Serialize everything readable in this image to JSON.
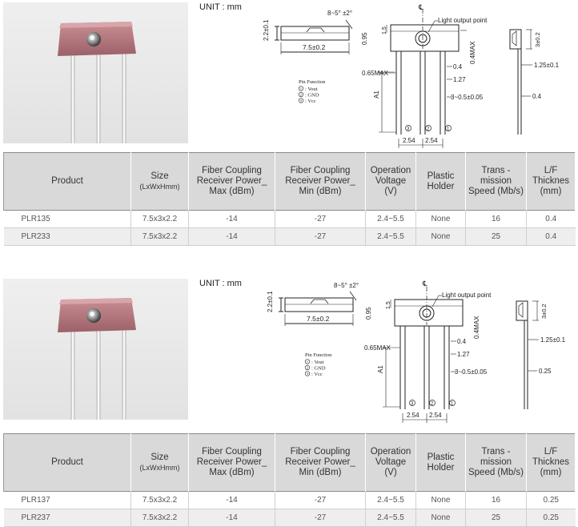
{
  "columns": [
    {
      "line1": "Product",
      "line2": "",
      "line3": "",
      "sub": ""
    },
    {
      "line1": "Size",
      "line2": "",
      "line3": "",
      "sub": "(LxWxHmm)"
    },
    {
      "line1": "Fiber Coupling",
      "line2": "Receiver Power_",
      "line3": "Max (dBm)",
      "sub": ""
    },
    {
      "line1": "Fiber Coupling",
      "line2": "Receiver Power_",
      "line3": "Min (dBm)",
      "sub": ""
    },
    {
      "line1": "Operation",
      "line2": "Voltage",
      "line3": "(V)",
      "sub": ""
    },
    {
      "line1": "Plastic",
      "line2": "Holder",
      "line3": "",
      "sub": ""
    },
    {
      "line1": "Trans -",
      "line2": "mission",
      "line3": "Speed (Mb/s)",
      "sub": ""
    },
    {
      "line1": "L/F",
      "line2": "Thicknes",
      "line3": "(mm)",
      "sub": ""
    }
  ],
  "sections": [
    {
      "drawing": {
        "unit": "UNIT : mm",
        "angle": "8~5° ±2°",
        "cl": "℄",
        "light_output": "Light output point",
        "dim_height": "2.2±0.1",
        "dim_width": "7.5±0.2",
        "dim_095": "0.95",
        "dim_15": "1.5",
        "dim_04max": "0.4MAX",
        "dim_04": "0.4",
        "dim_065max": "0.65MAX",
        "dim_127": "1.27",
        "dim_a1": "A1",
        "dim_leads": "3~0.5±0.05",
        "dim_254a": "2.54",
        "dim_254b": "2.54",
        "dim_30": "3±0.2",
        "dim_125": "1.25±0.1",
        "dim_lf": "0.4",
        "pin_title": "Pin Function",
        "pin1": ": Vout",
        "pin2": ": GND",
        "pin3": ": Vcc",
        "n1": "1",
        "n2": "2",
        "n3": "3"
      },
      "rows": [
        [
          "PLR135",
          "7.5x3x2.2",
          "-14",
          "-27",
          "2.4~5.5",
          "None",
          "16",
          "0.4"
        ],
        [
          "PLR233",
          "7.5x3x2.2",
          "-14",
          "-27",
          "2.4~5.5",
          "None",
          "25",
          "0.4"
        ]
      ]
    },
    {
      "drawing": {
        "unit": "UNIT : mm",
        "angle": "8~5° ±2°",
        "cl": "℄",
        "light_output": "Light output point",
        "dim_height": "2.2±0.1",
        "dim_width": "7.5±0.2",
        "dim_095": "0.95",
        "dim_15": "1.5",
        "dim_04max": "0.4MAX",
        "dim_04": "0.4",
        "dim_065max": "0.65MAX",
        "dim_127": "1.27",
        "dim_a1": "A1",
        "dim_leads": "3~0.5±0.05",
        "dim_254a": "2.54",
        "dim_254b": "2.54",
        "dim_30": "3±0.2",
        "dim_125": "1.25±0.1",
        "dim_lf": "0.25",
        "pin_title": "Pin Function",
        "pin1": ": Vout",
        "pin2": ": GND",
        "pin3": ": Vcc",
        "n1": "1",
        "n2": "2",
        "n3": "3"
      },
      "rows": [
        [
          "PLR137",
          "7.5x3x2.2",
          "-14",
          "-27",
          "2.4~5.5",
          "None",
          "16",
          "0.25"
        ],
        [
          "PLR237",
          "7.5x3x2.2",
          "-14",
          "-27",
          "2.4~5.5",
          "None",
          "25",
          "0.25"
        ]
      ]
    }
  ]
}
